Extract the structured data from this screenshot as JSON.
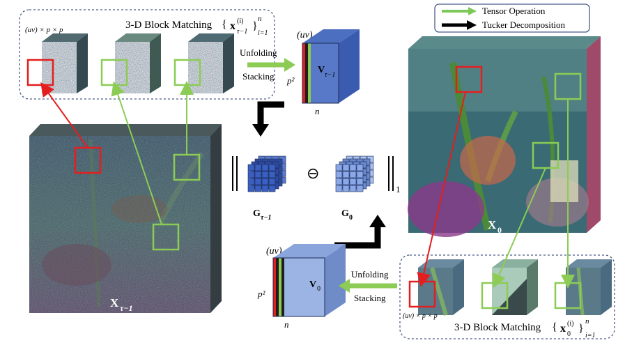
{
  "legend": {
    "items": [
      {
        "label": "Tensor Operation",
        "color": "#7ec85a"
      },
      {
        "label": "Tucker Decomposition",
        "color": "#000000"
      }
    ]
  },
  "top_group": {
    "title": "3-D Block Matching",
    "set_main": "x",
    "set_sup": "(i)",
    "set_sub": "τ−1",
    "range_sup": "n",
    "range_sub": "i=1",
    "patch_dims": "(uv) × p × p"
  },
  "bottom_group": {
    "title": "3-D Block Matching",
    "set_main": "x",
    "set_sup": "(i)",
    "set_sub": "0",
    "range_sup": "n",
    "range_sub": "i=1",
    "patch_dims": "(uv) × p × p"
  },
  "top_arrow": {
    "line1": "Unfolding",
    "line2": "Stacking"
  },
  "bottom_arrow": {
    "line1": "Unfolding",
    "line2": "Stacking"
  },
  "tensor_top": {
    "name": "V",
    "sub": "τ−1",
    "dim_top": "(uv)",
    "dim_left": "p²",
    "dim_bottom": "n"
  },
  "tensor_bottom": {
    "name": "V",
    "sub": "0",
    "dim_top": "(uv)",
    "dim_left": "p²",
    "dim_bottom": "n"
  },
  "core_left": {
    "name": "G",
    "sub": "τ−1"
  },
  "core_right": {
    "name": "G",
    "sub": "0"
  },
  "operator": "⊖",
  "norm_sub": "1",
  "image_noisy": {
    "name": "X",
    "sub": "τ−1"
  },
  "image_clean": {
    "name": "X",
    "sub": "0"
  },
  "colors": {
    "red": "#e41e1e",
    "green": "#8ccc55",
    "tensor_front": "#5878c8",
    "tensor_side": "#3a5bb0",
    "tensor_bottom_front": "#9cb4e4",
    "tensor_bottom_side": "#6f8cc8",
    "dashed_border": "#4a5a8a"
  }
}
